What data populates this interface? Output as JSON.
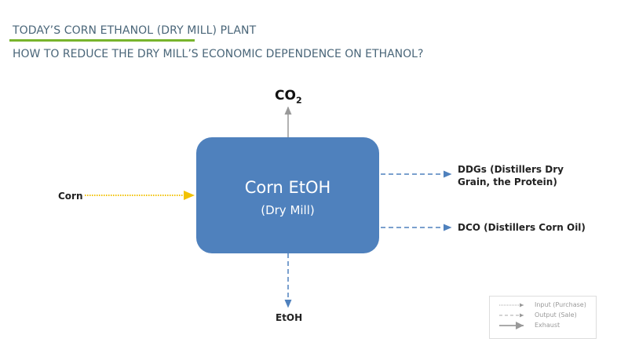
{
  "header": {
    "title": "TODAY’S CORN ETHANOL (DRY MILL) PLANT",
    "subtitle": "HOW TO REDUCE THE DRY MILL’S ECONOMIC DEPENDENCE ON ETHANOL?"
  },
  "process": {
    "name": "Corn EtOH",
    "type": "(Dry Mill)"
  },
  "flows": {
    "input": "Corn",
    "exhaust": "CO",
    "exhaust_sub": "2",
    "output1_line1": "DDGs (Distillers Dry",
    "output1_line2": "Grain, the Protein)",
    "output2": "DCO (Distillers Corn Oil)",
    "output3": "EtOH"
  },
  "legend": {
    "input": "Input (Purchase)",
    "output": "Output (Sale)",
    "exhaust": "Exhaust"
  },
  "colors": {
    "box": "#4f81bd",
    "input": "#f2c200",
    "output": "#4f81bd",
    "exhaust": "#999999",
    "accent": "#78b42c"
  }
}
